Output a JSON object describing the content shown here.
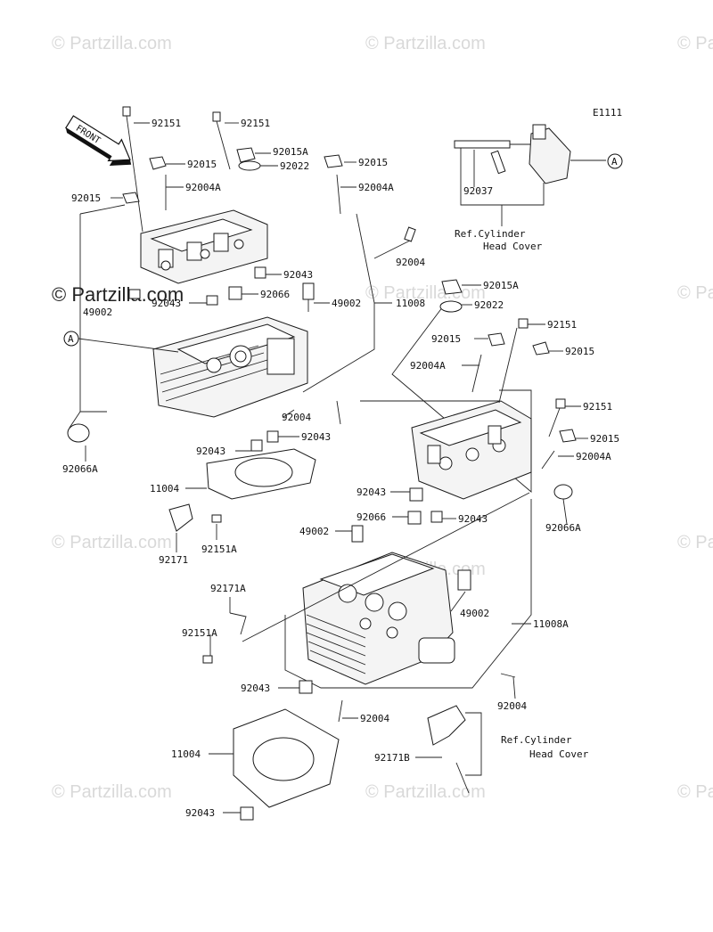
{
  "diagram_code": "E1111",
  "watermark": "© Partzilla.com",
  "front_label": "FRONT",
  "callout_marker": "A",
  "ref_note": {
    "line1": "Ref.Cylinder",
    "line2": "Head Cover"
  },
  "parts": {
    "p92151": "92151",
    "p92015": "92015",
    "p92015A": "92015A",
    "p92022": "92022",
    "p92004": "92004",
    "p92004A": "92004A",
    "p92043": "92043",
    "p92066": "92066",
    "p92066A": "92066A",
    "p49002": "49002",
    "p11008": "11008",
    "p11008A": "11008A",
    "p11004": "11004",
    "p92171": "92171",
    "p92171A": "92171A",
    "p92171B": "92171B",
    "p92151A": "92151A",
    "p92037": "92037"
  }
}
